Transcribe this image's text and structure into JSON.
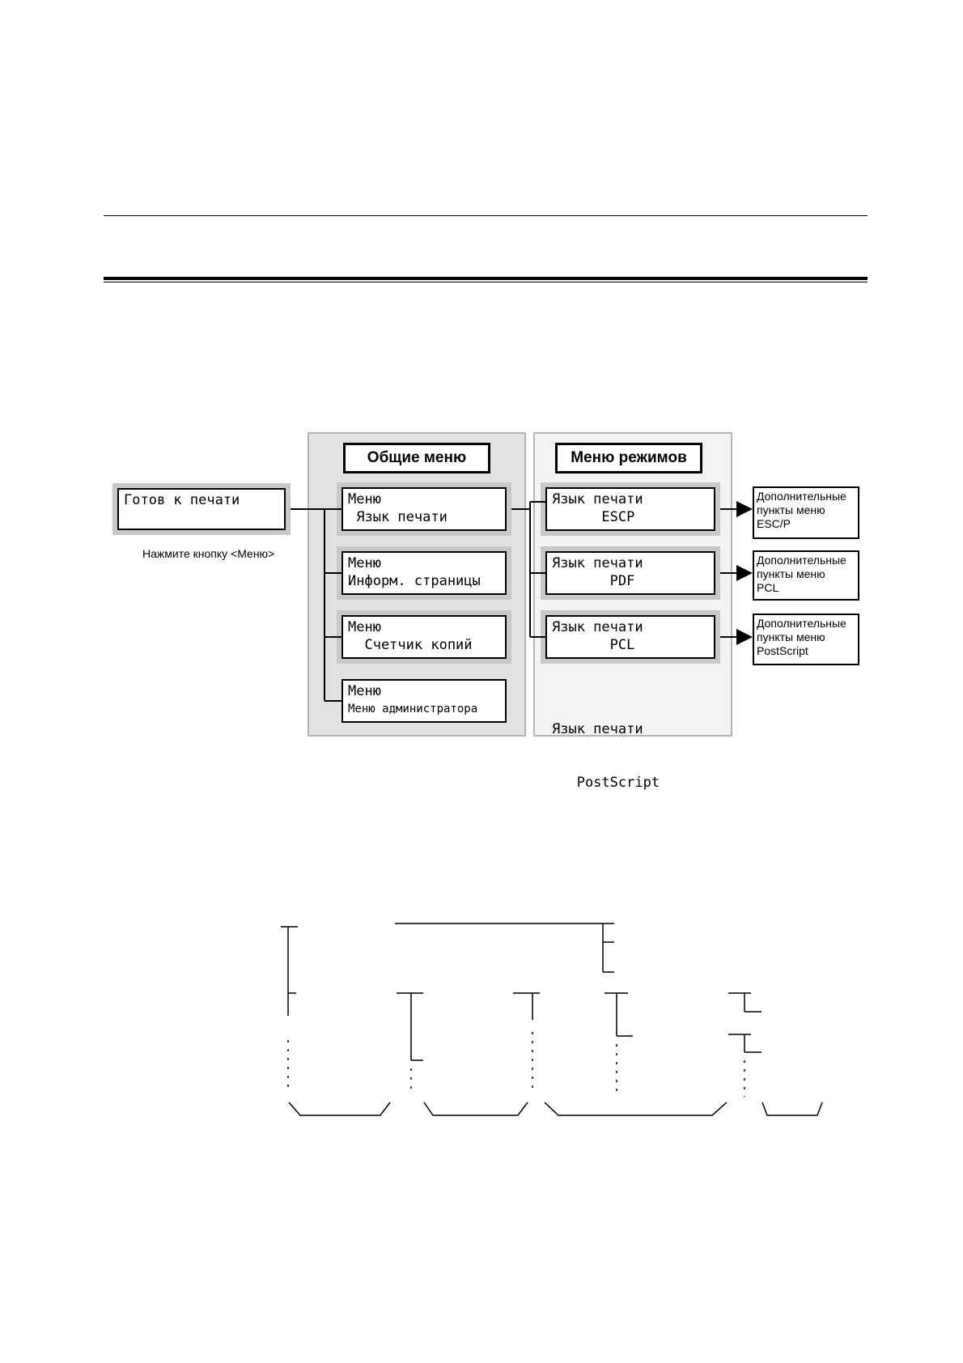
{
  "start_screen": {
    "lcd_lines": [
      "Готов к печати"
    ],
    "caption": "Нажмите кнопку <Меню>"
  },
  "general_menus": {
    "title": "Общие меню",
    "items": [
      {
        "line1": "Меню",
        "line2": " Язык печати"
      },
      {
        "line1": "Меню",
        "line2": "Информ. страницы"
      },
      {
        "line1": "Меню",
        "line2": "  Счетчик копий"
      },
      {
        "line1": "Меню",
        "line2": "Меню администратора"
      }
    ]
  },
  "mode_menus": {
    "title": "Меню режимов",
    "items": [
      {
        "line1": "Язык печати",
        "line2": "      ESCP"
      },
      {
        "line1": "Язык печати",
        "line2": "       PDF"
      },
      {
        "line1": "Язык печати",
        "line2": "       PCL"
      }
    ],
    "plain_item": {
      "line1": "Язык печати",
      "line2": "   PostScript"
    }
  },
  "extra_items": [
    {
      "text": "Дополнительные\nпункты меню\nESC/P"
    },
    {
      "text": "Дополнительные\nпункты меню\nPCL"
    },
    {
      "text": "Дополнительные\nпункты меню\nPostScript"
    }
  ]
}
